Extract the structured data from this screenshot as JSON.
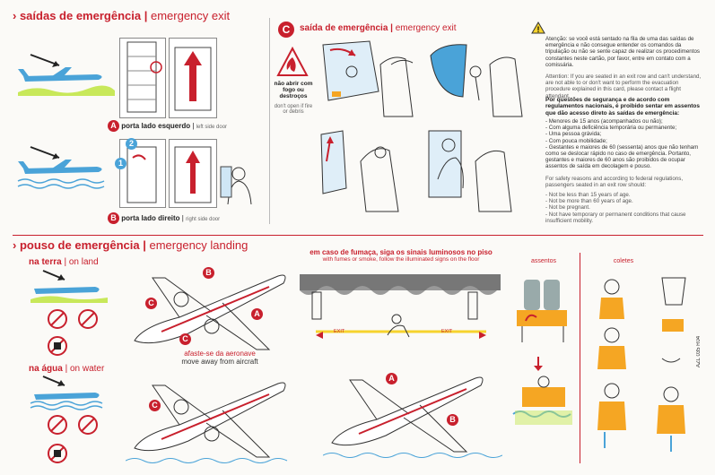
{
  "exits": {
    "title_pt": "saídas de emergência",
    "title_en": "emergency exit",
    "door_a_letter": "A",
    "door_a_pt": "porta lado esquerdo",
    "door_a_en": "left side door",
    "door_b_letter": "B",
    "door_b_pt": "porta lado direito",
    "door_b_en": "right side door",
    "step1": "1",
    "step2": "2"
  },
  "exit_c": {
    "letter": "C",
    "title_pt": "saída de emergência",
    "title_en": "emergency exit",
    "fire_pt": "não abrir com fogo ou destroços",
    "fire_en": "don't open if fire or debris"
  },
  "warning": {
    "p1": "Atenção: se você está sentado na fila de uma das saídas de emergência e não consegue entender os comandos da tripulação ou não se sente capaz de realizar os procedimentos constantes neste cartão, por favor, entre em contato com a comissária.",
    "p2": "Attention: If you are seated in an exit row and can't understand, are not able to or don't want to perform the evacuation procedure explained in this card, please contact a flight attendant.",
    "p3_title": "Por questões de segurança e de acordo com regulamentos nacionais, é proibido sentar em assentos que dão acesso direto às saídas de emergência:",
    "p3_items": [
      "- Menores de 15 anos (acompanhados ou não);",
      "- Com alguma deficiência temporária ou permanente;",
      "- Uma pessoa grávida;",
      "- Com pouca mobilidade;",
      "- Gestantes e maiores de 60 (sessenta) anos que não tenham como se deslocar rápido no caso de emergência. Portanto, gestantes e maiores de 60 anos são proibidos de ocupar assentos de saída em decolagem e pouso."
    ],
    "p4_title": "For safety reasons and according to federal regulations, passengers seated in an exit row should:",
    "p4_items": [
      "- Not be less than 15 years of age.",
      "- Not be more than 60 years of age.",
      "- Not be pregnant.",
      "- Not have temporary or permanent conditions that cause insufficient mobility."
    ]
  },
  "landing": {
    "title_pt": "pouso de emergência",
    "title_en": "emergency landing",
    "land_pt": "na terra",
    "land_en": "on land",
    "water_pt": "na água",
    "water_en": "on water",
    "away_pt": "afaste-se da aeronave",
    "away_en": "move away from aircraft",
    "smoke_pt": "em caso de fumaça, siga os sinais luminosos no piso",
    "smoke_en": "with fumes or smoke, follow the illuminated signs on the floor",
    "exit_label": "EXIT",
    "seats_label": "assentos",
    "vests_label": "coletes",
    "letter_a": "A",
    "letter_b": "B",
    "letter_c": "C",
    "card_code": "AZL 035 R04"
  },
  "colors": {
    "brand_red": "#c8202d",
    "aircraft_blue": "#4aa3d8",
    "water_green": "#c8e85a",
    "vest_orange": "#f5a623"
  }
}
